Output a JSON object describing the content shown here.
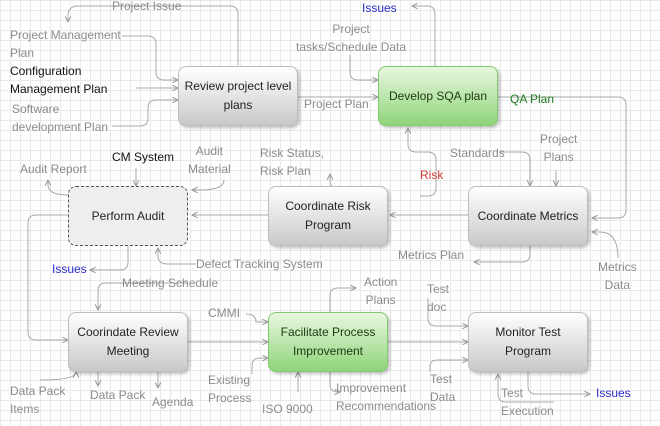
{
  "nodes": {
    "review": "Review project level\nplans",
    "sqa": "Develop SQA plan",
    "audit": "Perform Audit",
    "risk": "Coordinate Risk\nProgram",
    "metrics": "Coordinate Metrics",
    "meeting": "Coorindate Review\nMeeting",
    "process": "Facilitate Process\nImprovement",
    "test": "Monitor Test Program"
  },
  "labels": {
    "project_issue": "Project Issue",
    "pm_plan": "Project Management\nPlan",
    "config_plan": "Configuration\nManagement Plan",
    "sw_plan": "Software\ndevelopment Plan",
    "tasks": "Project\ntasks/Schedule Data",
    "issues_top": "Issues",
    "project_plan": "Project Plan",
    "qa_plan": "QA Plan",
    "audit_report": "Audit Report",
    "cm_system": "CM System",
    "audit_material": "Audit\nMaterial",
    "risk_status": "Risk Status,\nRisk Plan",
    "standards": "Standards",
    "project_plans": "Project\nPlans",
    "risk": "Risk",
    "issues_left": "Issues",
    "defect": "Defect Tracking System",
    "metrics_plan": "Metrics Plan",
    "metrics_data": "Metrics\nData",
    "meeting_schedule": "Meeting Schedule",
    "action_plans": "Action\nPlans",
    "test_doc": "Test\ndoc",
    "cmmi": "CMMI",
    "existing": "Existing\nProcess",
    "iso": "ISO 9000",
    "improvement": "Improvement\nRecommendations",
    "test_data": "Test\nData",
    "test_exec": "Test\nExecution",
    "issues_right": "Issues",
    "data_pack_items": "Data Pack\nItems",
    "data_pack": "Data Pack",
    "agenda": "Agenda"
  }
}
